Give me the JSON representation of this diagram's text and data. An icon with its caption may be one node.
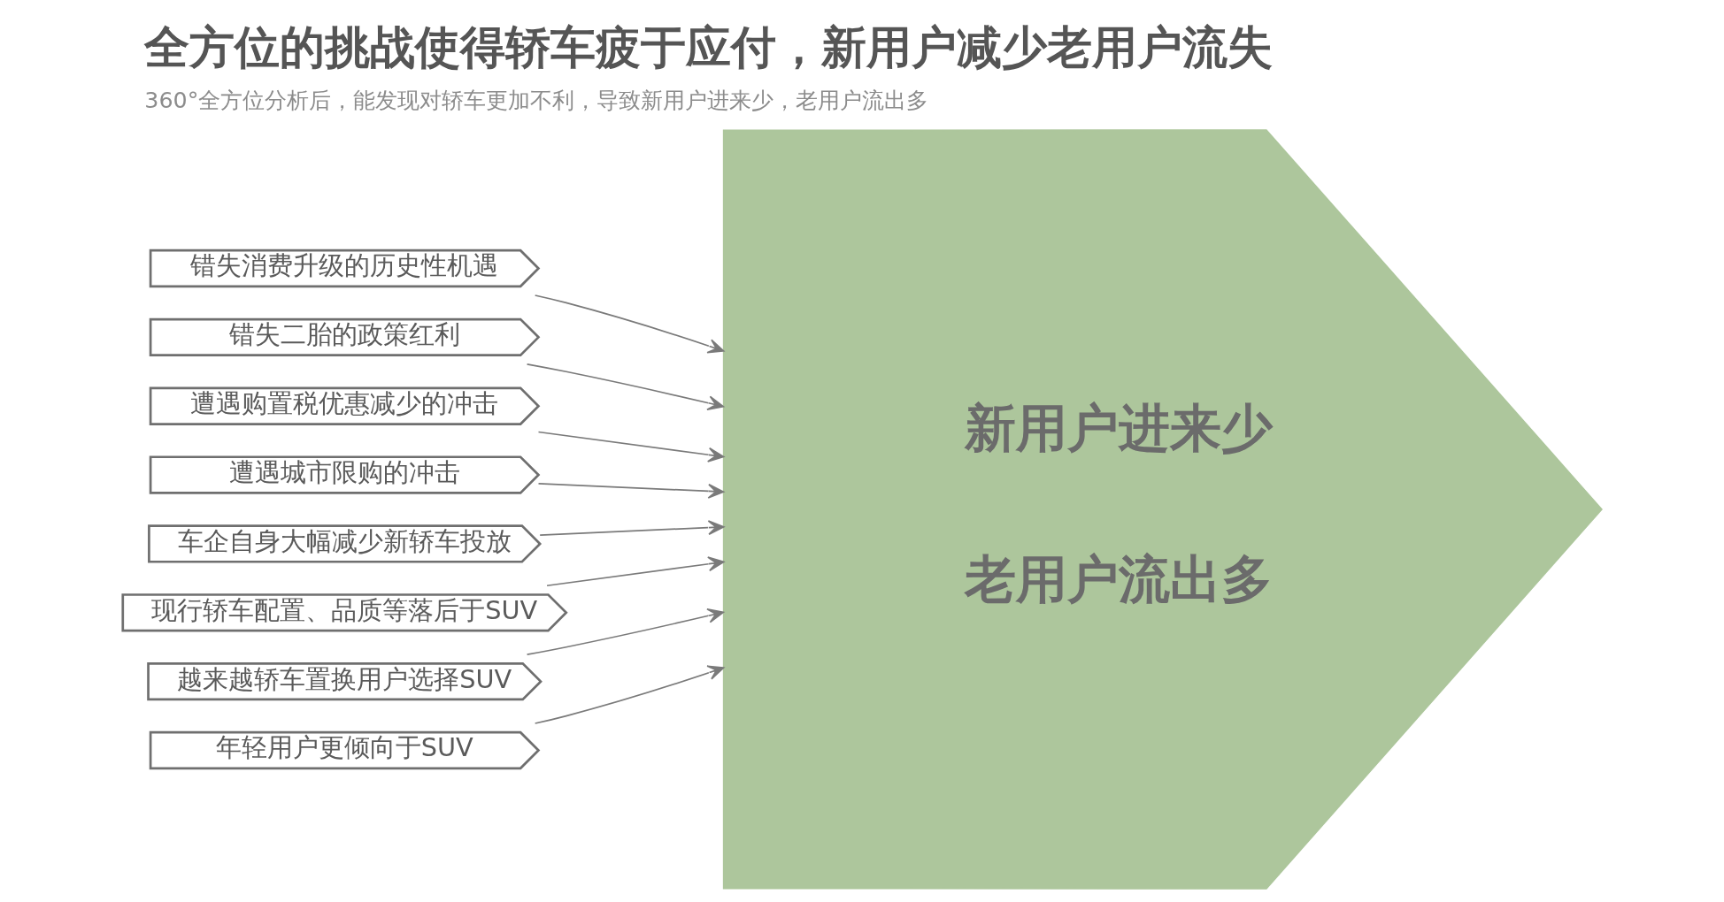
{
  "diagram": {
    "title": "全方位的挑战使得轿车疲于应付，新用户减少老用户流失",
    "caption": "360°全方位分析后，能发现对轿车更加不利，导致新用户进来少，老用户流出多",
    "nodes": [
      {
        "text": [
          "错失消费升级的历史性机遇"
        ]
      },
      {
        "text": [
          "错失二胎的政策红利"
        ]
      },
      {
        "text": [
          "遭遇购置税优惠减少的冲击"
        ]
      },
      {
        "text": [
          "遭遇城市限购的冲击"
        ]
      },
      {
        "text": [
          "车企自身大幅减少新轿车投放"
        ]
      },
      {
        "text": [
          "现行轿车配置、品质等落后于SUV"
        ]
      },
      {
        "text": [
          "越来越轿车置换用户选择SUV"
        ]
      },
      {
        "text": [
          "年轻用户更倾向于SUV"
        ]
      },
      {
        "text": [
          "新用户进来少",
          "老用户流出多"
        ]
      }
    ],
    "edges": [
      {
        "from": 0,
        "to": 8,
        "arrow": "to"
      },
      {
        "from": 1,
        "to": 8,
        "arrow": "to"
      },
      {
        "from": 2,
        "to": 8,
        "arrow": "to"
      },
      {
        "from": 3,
        "to": 8,
        "arrow": "to"
      },
      {
        "from": 4,
        "to": 8,
        "arrow": "to"
      },
      {
        "from": 5,
        "to": 8,
        "arrow": "to"
      },
      {
        "from": 6,
        "to": 8,
        "arrow": "to"
      },
      {
        "from": 7,
        "to": 8,
        "arrow": "to"
      }
    ]
  }
}
